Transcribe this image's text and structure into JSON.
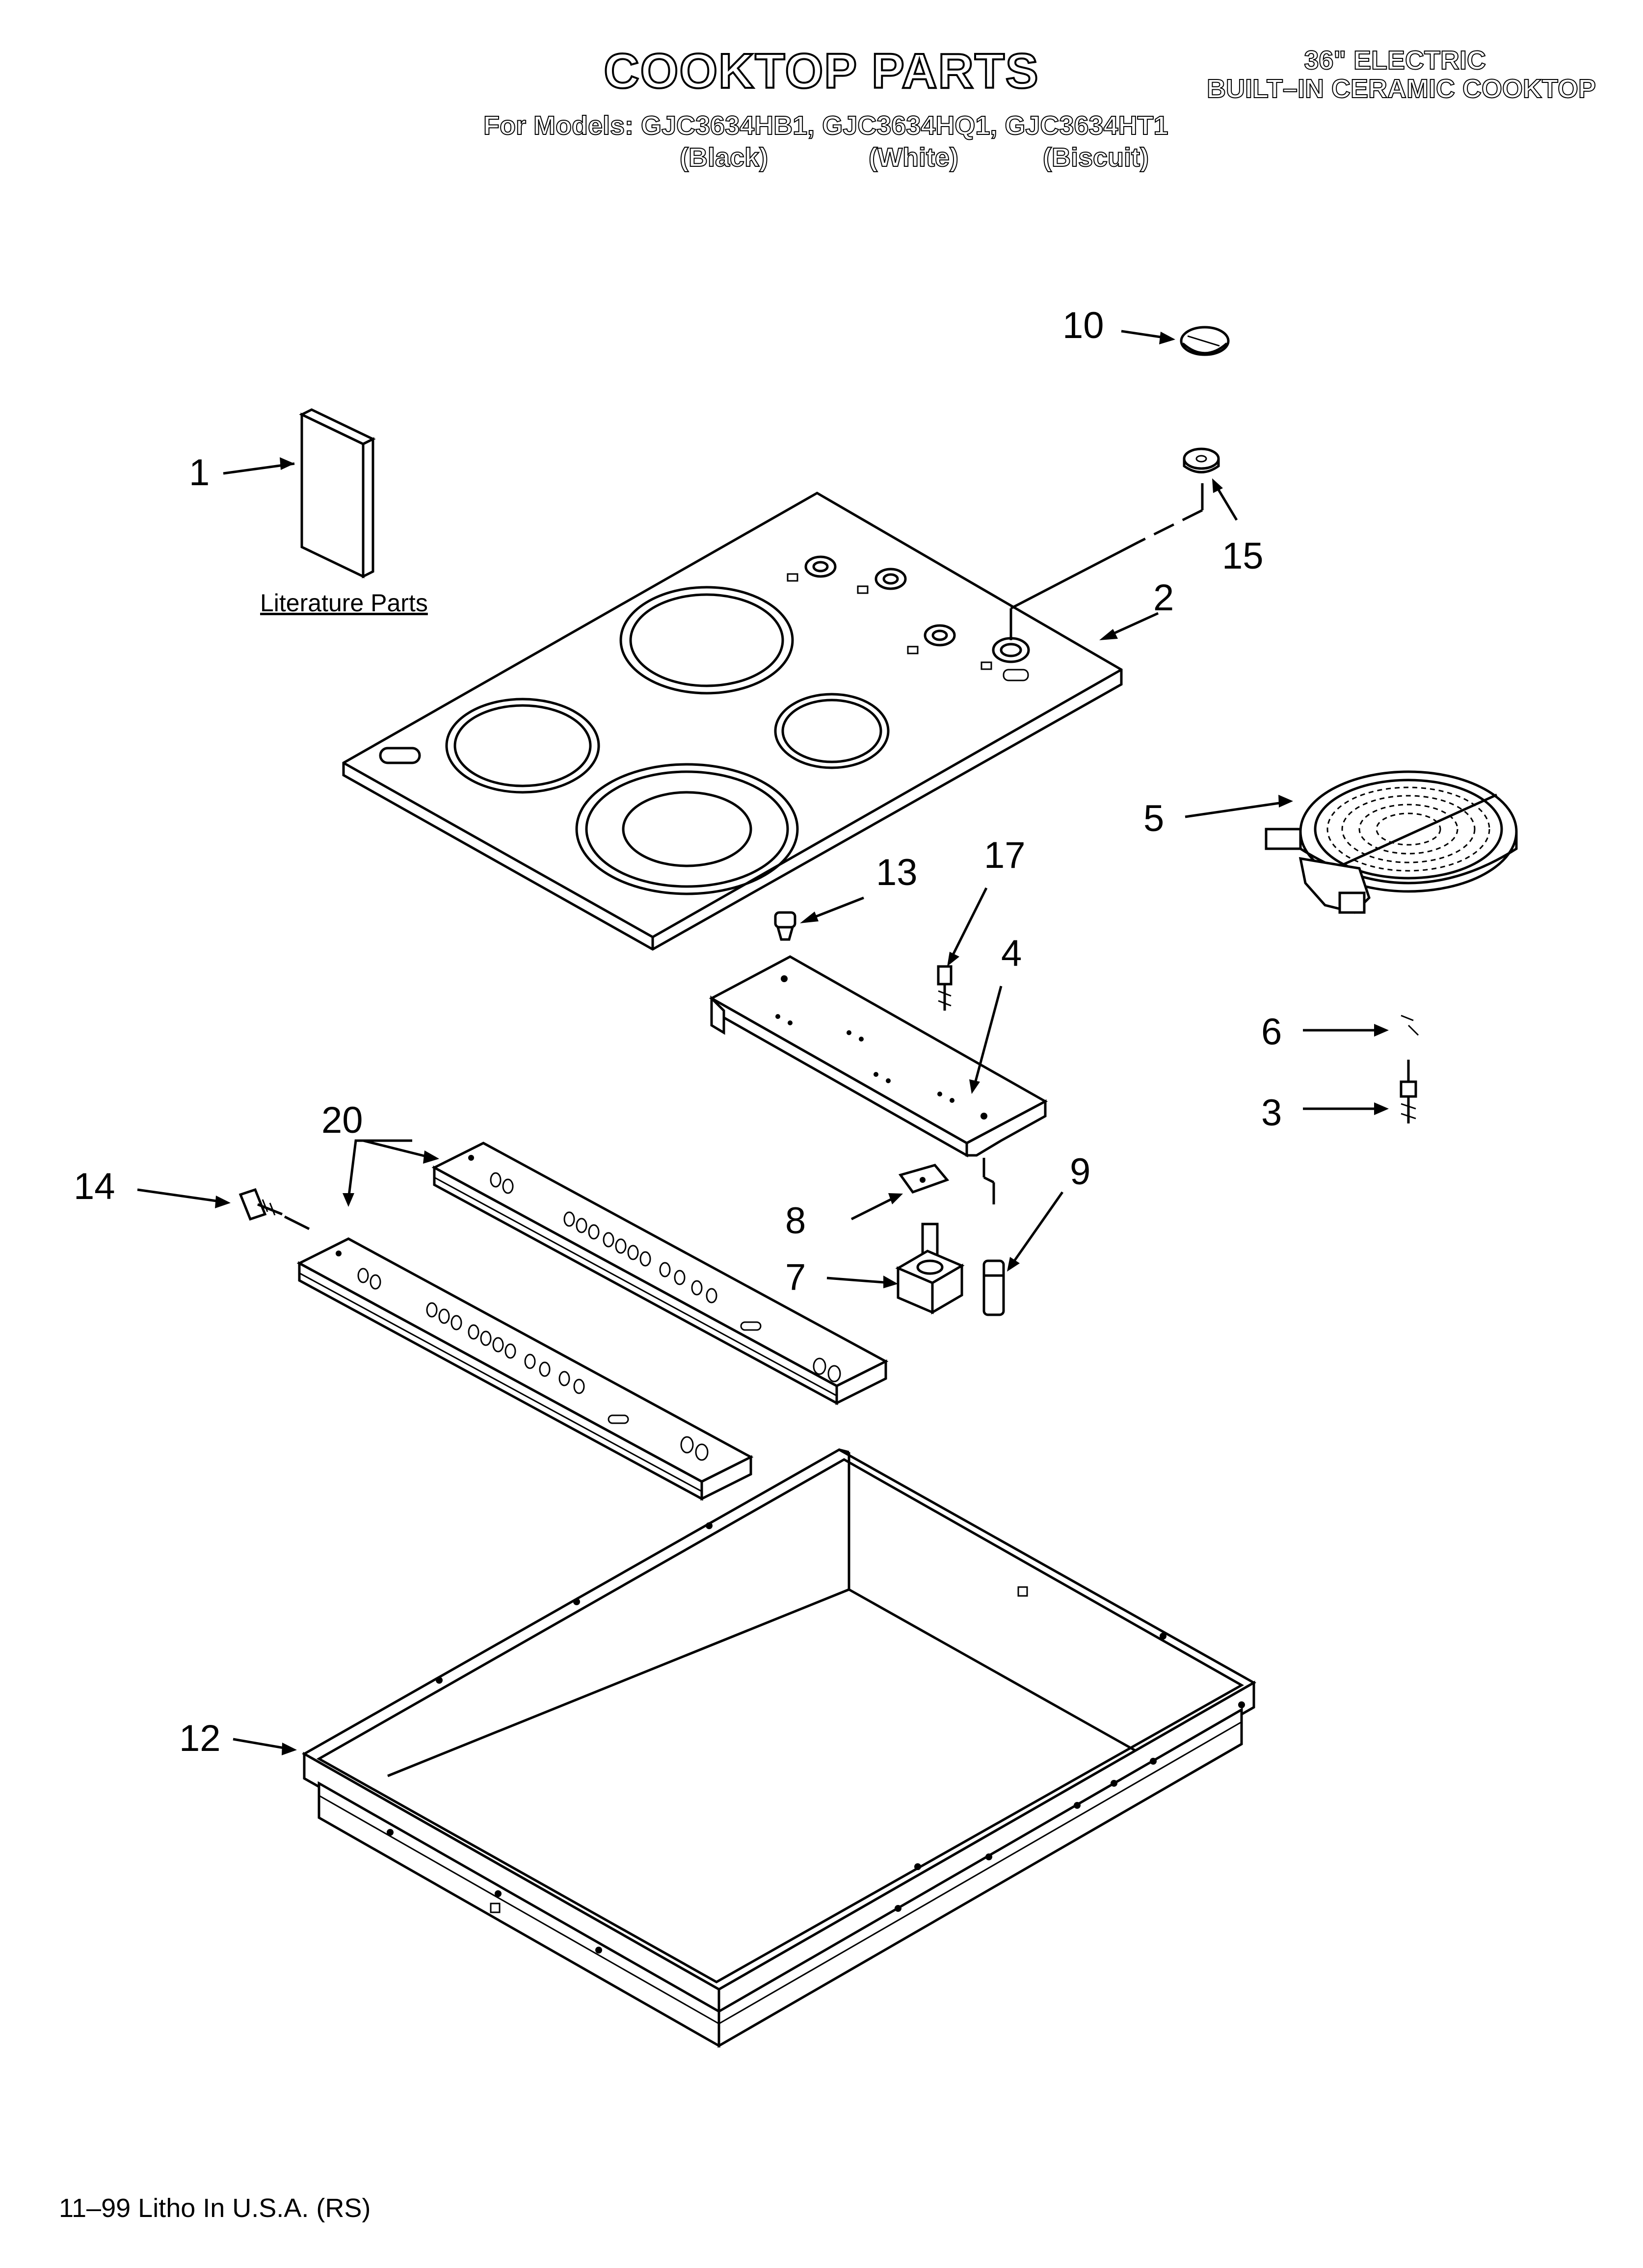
{
  "header": {
    "title": "COOKTOP PARTS",
    "models_line": "For Models: GJC3634HB1, GJC3634HQ1, GJC3634HT1",
    "colors": [
      "(Black)",
      "(White)",
      "(Biscuit)"
    ],
    "product_line1": "36\" ELECTRIC",
    "product_line2": "BUILT–IN CERAMIC COOKTOP"
  },
  "callouts": {
    "c1": "1",
    "c2": "2",
    "c3": "3",
    "c4": "4",
    "c5": "5",
    "c6": "6",
    "c7": "7",
    "c8": "8",
    "c9": "9",
    "c10": "10",
    "c12": "12",
    "c13": "13",
    "c14": "14",
    "c15": "15",
    "c17": "17",
    "c20": "20"
  },
  "literature_label": "Literature Parts",
  "footer": "11–99 Litho In U.S.A. (RS)"
}
